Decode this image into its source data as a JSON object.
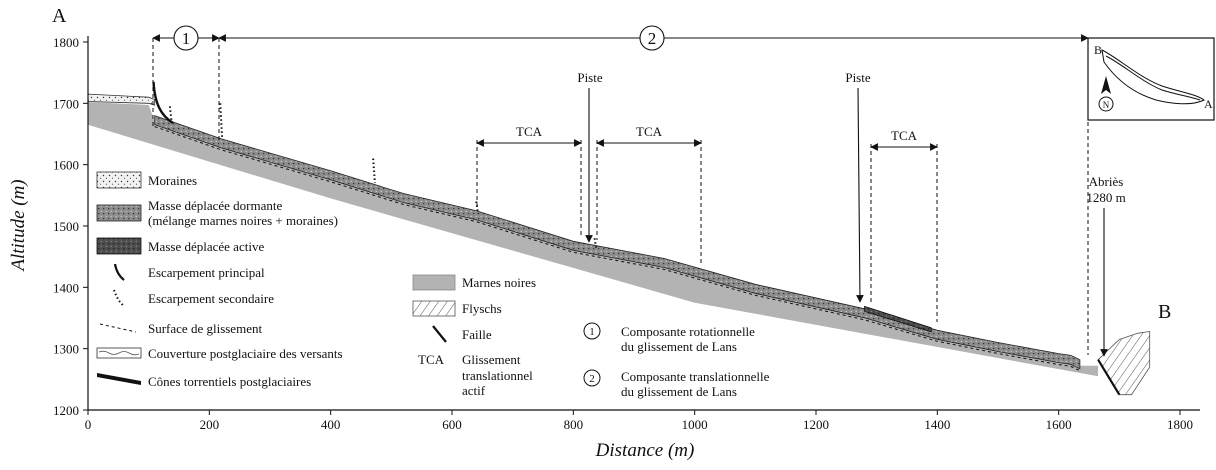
{
  "corner_labels": {
    "start": "A",
    "end": "B"
  },
  "axes": {
    "x_label": "Distance (m)",
    "y_label": "Altitude (m)",
    "x_ticks": [
      "0",
      "200",
      "400",
      "600",
      "800",
      "1000",
      "1200",
      "1400",
      "1600",
      "1800"
    ],
    "y_ticks": [
      "1200",
      "1300",
      "1400",
      "1500",
      "1600",
      "1700",
      "1800"
    ],
    "x_range": [
      0,
      1800
    ],
    "y_range": [
      1200,
      1800
    ]
  },
  "zones": [
    {
      "id": "1",
      "from_m": 110,
      "to_m": 220
    },
    {
      "id": "2",
      "from_m": 220,
      "to_m": 1635
    }
  ],
  "tca_label": "TCA",
  "tca_zones": [
    {
      "from_m": 645,
      "to_m": 808
    },
    {
      "from_m": 836,
      "to_m": 1000
    },
    {
      "from_m": 1285,
      "to_m": 1385
    }
  ],
  "pistes": [
    {
      "label": "Piste",
      "at_m": 825
    },
    {
      "label": "Piste",
      "at_m": 1270
    }
  ],
  "town": {
    "name": "Abriès",
    "altitude": "1280 m",
    "at_m": 1665
  },
  "legend_left": [
    {
      "pattern": "moraines",
      "label": "Moraines"
    },
    {
      "pattern": "dormant",
      "label": "Masse déplacée dormante",
      "label2": "(mélange marnes noires + moraines)"
    },
    {
      "pattern": "active",
      "label": "Masse déplacée active"
    },
    {
      "pattern": "main-scarp",
      "label": "Escarpement principal"
    },
    {
      "pattern": "secondary-scarp",
      "label": "Escarpement secondaire"
    },
    {
      "pattern": "slip-surface",
      "label": "Surface de glissement"
    },
    {
      "pattern": "postglacial-cover",
      "label": "Couverture postglaciaire des versants"
    },
    {
      "pattern": "fans",
      "label": "Cônes torrentiels postglaciaires"
    }
  ],
  "legend_mid": [
    {
      "pattern": "marnes",
      "label": "Marnes noires"
    },
    {
      "pattern": "flyschs",
      "label": "Flyschs"
    },
    {
      "pattern": "fault",
      "label": "Faille"
    }
  ],
  "legend_tca": {
    "abbr": "TCA",
    "lines": [
      "Glissement",
      "translationnel",
      "actif"
    ]
  },
  "legend_components": [
    {
      "num": "1",
      "lines": [
        "Composante rotationnelle",
        "du glissement de Lans"
      ]
    },
    {
      "num": "2",
      "lines": [
        "Composante translationnelle",
        "du glissement de Lans"
      ]
    }
  ],
  "inset": {
    "start": "B",
    "end": "A",
    "north": "N"
  },
  "colors": {
    "marnes": "#b3b3b3",
    "dormant": "#8c8c8c",
    "active": "#4d4d4d"
  },
  "chart_data": {
    "type": "line",
    "title": "",
    "xlabel": "Distance (m)",
    "ylabel": "Altitude (m)",
    "xlim": [
      0,
      1800
    ],
    "ylim": [
      1200,
      1800
    ],
    "series": [
      {
        "x": [
          0,
          100,
          110,
          220,
          400,
          520,
          640,
          800,
          950,
          1100,
          1280,
          1400,
          1500,
          1600,
          1620,
          1635,
          1665,
          1700,
          1730,
          1750
        ],
        "y": [
          1712,
          1707,
          1680,
          1642,
          1590,
          1553,
          1525,
          1475,
          1447,
          1405,
          1365,
          1330,
          1310,
          1292,
          1289,
          1282,
          1282,
          1315,
          1325,
          1328
        ]
      }
    ]
  }
}
